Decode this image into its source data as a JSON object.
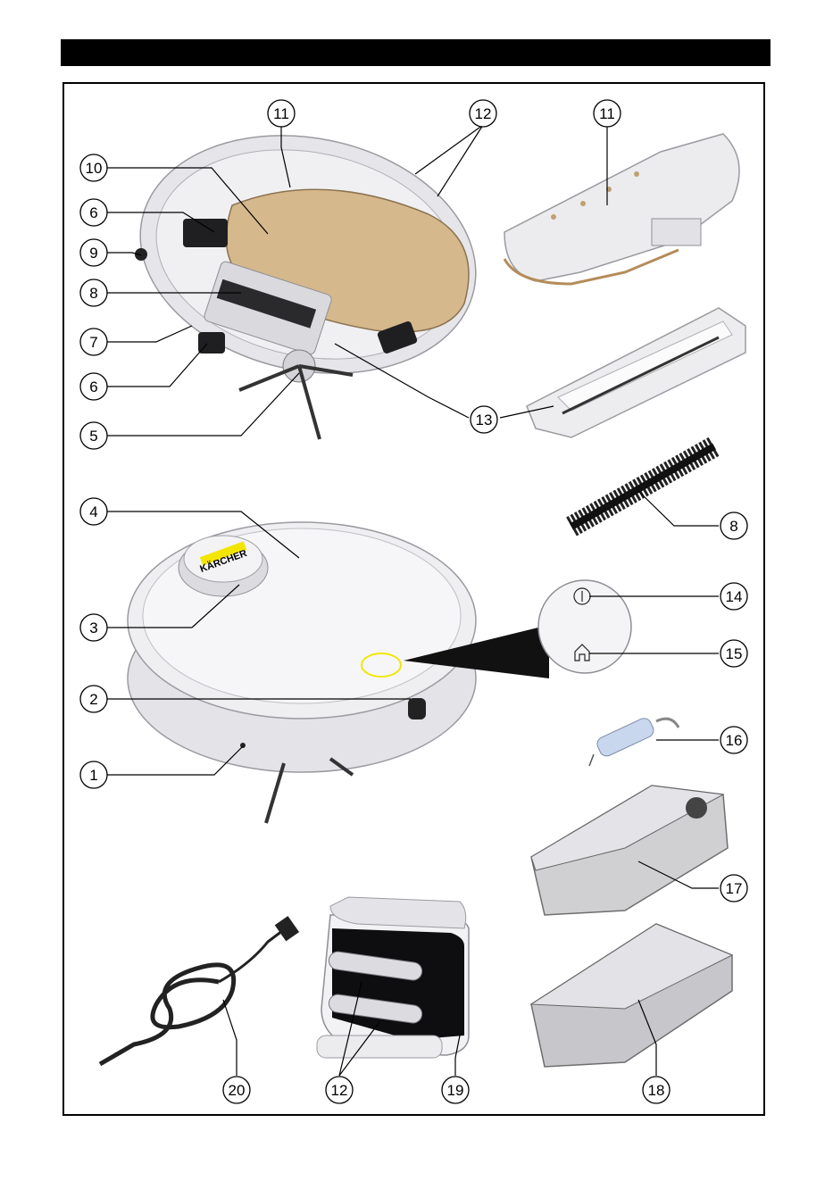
{
  "callouts": [
    {
      "id": "c11a",
      "label": "11"
    },
    {
      "id": "c12a",
      "label": "12"
    },
    {
      "id": "c11b",
      "label": "11"
    },
    {
      "id": "c10",
      "label": "10"
    },
    {
      "id": "c6a",
      "label": "6"
    },
    {
      "id": "c9",
      "label": "9"
    },
    {
      "id": "c8a",
      "label": "8"
    },
    {
      "id": "c7",
      "label": "7"
    },
    {
      "id": "c6b",
      "label": "6"
    },
    {
      "id": "c5",
      "label": "5"
    },
    {
      "id": "c13",
      "label": "13"
    },
    {
      "id": "c8b",
      "label": "8"
    },
    {
      "id": "c4",
      "label": "4"
    },
    {
      "id": "c14",
      "label": "14"
    },
    {
      "id": "c3",
      "label": "3"
    },
    {
      "id": "c15",
      "label": "15"
    },
    {
      "id": "c2",
      "label": "2"
    },
    {
      "id": "c16",
      "label": "16"
    },
    {
      "id": "c1",
      "label": "1"
    },
    {
      "id": "c17",
      "label": "17"
    },
    {
      "id": "c20",
      "label": "20"
    },
    {
      "id": "c12b",
      "label": "12"
    },
    {
      "id": "c19",
      "label": "19"
    },
    {
      "id": "c18",
      "label": "18"
    }
  ],
  "logo_text": "KÄRCHER",
  "colors": {
    "accent": "#f2e600",
    "pad": "#d7b98a",
    "body": "#e9e9ee",
    "dark": "#1d1d1f"
  }
}
